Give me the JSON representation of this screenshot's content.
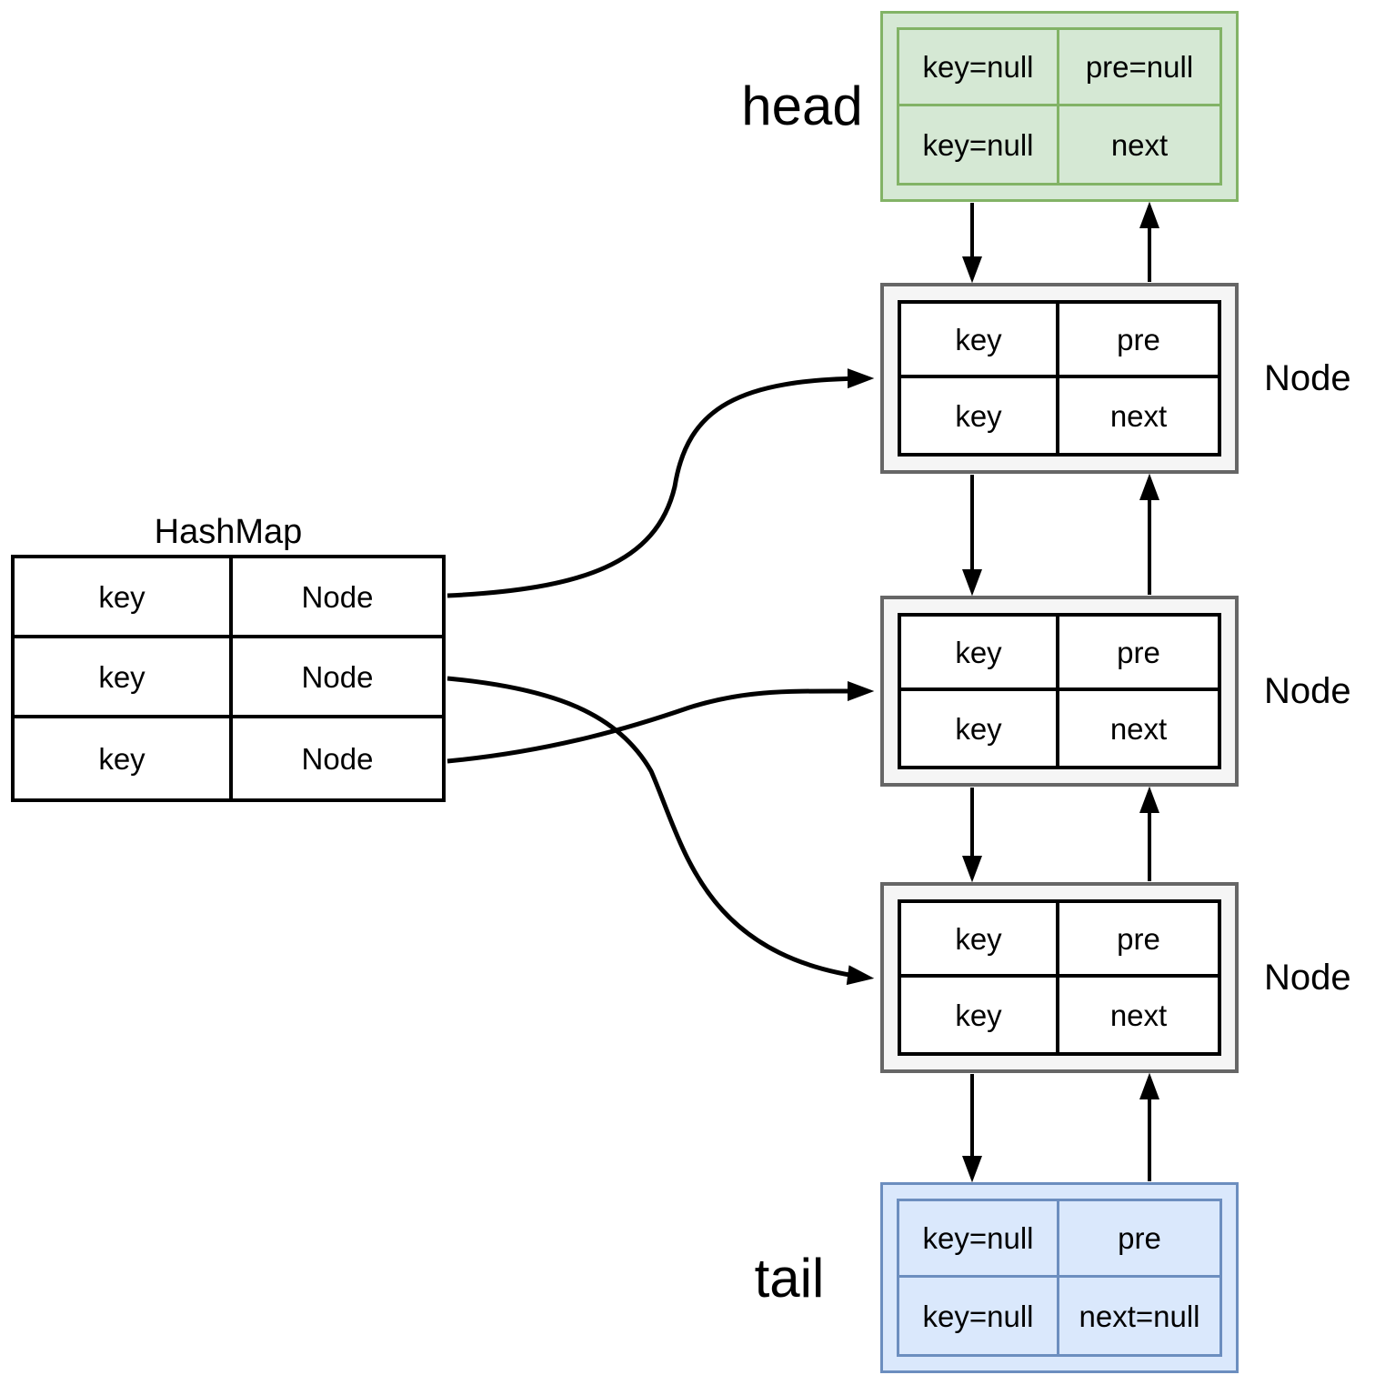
{
  "diagram": {
    "hashmap": {
      "title": "HashMap",
      "rows": [
        {
          "key": "key",
          "value": "Node"
        },
        {
          "key": "key",
          "value": "Node"
        },
        {
          "key": "key",
          "value": "Node"
        }
      ]
    },
    "head": {
      "label": "head",
      "cells": {
        "top_left": "key=null",
        "top_right": "pre=null",
        "bottom_left": "key=null",
        "bottom_right": "next"
      }
    },
    "nodes": [
      {
        "label": "Node",
        "cells": {
          "top_left": "key",
          "top_right": "pre",
          "bottom_left": "key",
          "bottom_right": "next"
        }
      },
      {
        "label": "Node",
        "cells": {
          "top_left": "key",
          "top_right": "pre",
          "bottom_left": "key",
          "bottom_right": "next"
        }
      },
      {
        "label": "Node",
        "cells": {
          "top_left": "key",
          "top_right": "pre",
          "bottom_left": "key",
          "bottom_right": "next"
        }
      }
    ],
    "tail": {
      "label": "tail",
      "cells": {
        "top_left": "key=null",
        "top_right": "pre",
        "bottom_left": "key=null",
        "bottom_right": "next=null"
      }
    },
    "edges": [
      "head.next -> node1",
      "node1.pre -> head",
      "node1.next -> node2",
      "node2.pre -> node1",
      "node2.next -> node3",
      "node3.pre -> node2",
      "node3.next -> tail",
      "tail.pre -> node3",
      "hashmap.row1.Node -> node1",
      "hashmap.row2.Node -> node3",
      "hashmap.row3.Node -> node2"
    ],
    "colors": {
      "head_fill": "#d5e8d4",
      "head_border": "#82b366",
      "node_fill": "#f5f5f5",
      "node_border": "#666666",
      "node_cell_border": "#000000",
      "tail_fill": "#dae8fc",
      "tail_border": "#6c8ebf",
      "arrow": "#000000",
      "background": "#ffffff"
    }
  }
}
